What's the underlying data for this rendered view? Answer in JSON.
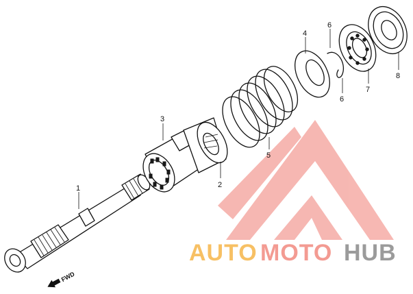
{
  "callouts": [
    {
      "id": "1",
      "text": "1"
    },
    {
      "id": "2",
      "text": "2"
    },
    {
      "id": "3",
      "text": "3"
    },
    {
      "id": "4",
      "text": "4"
    },
    {
      "id": "5",
      "text": "5"
    },
    {
      "id": "6a",
      "text": "6"
    },
    {
      "id": "6b",
      "text": "6"
    },
    {
      "id": "7",
      "text": "7"
    },
    {
      "id": "8",
      "text": "8"
    }
  ],
  "direction_label": "FWD",
  "watermark": {
    "part1": "AUTO",
    "part2": "MOTO",
    "part3": "HUB",
    "color_orange": "#f6b64a",
    "color_red": "#f28a80",
    "color_gray": "#8a8a8a"
  }
}
